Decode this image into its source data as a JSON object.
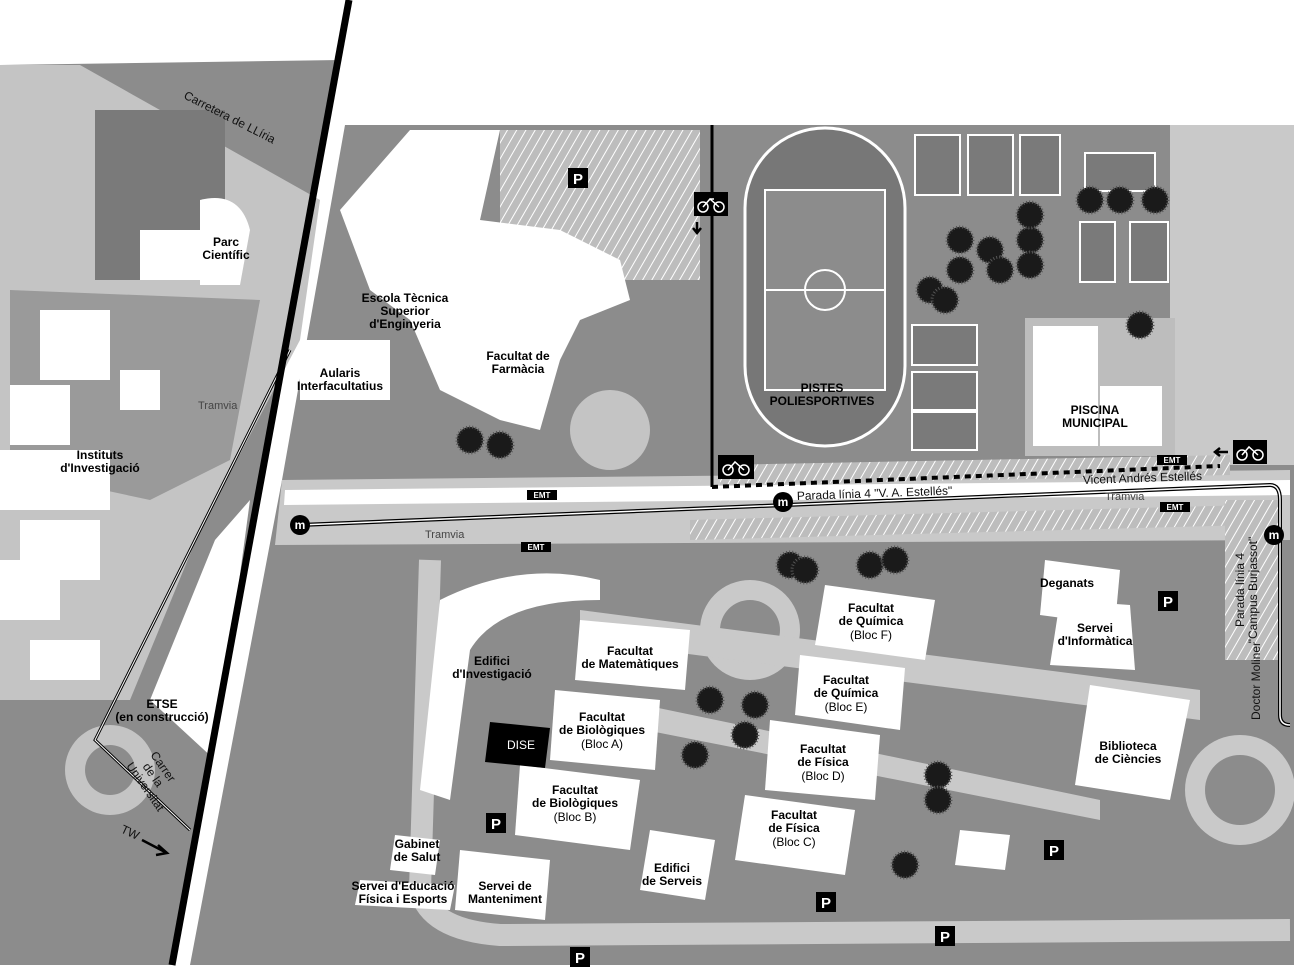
{
  "map": {
    "buildings": {
      "parc_cientific": [
        "Parc",
        "Científic"
      ],
      "instituts": [
        "Instituts",
        "d'Investigació"
      ],
      "etse": [
        "ETSE",
        "(en construcció)"
      ],
      "escola_tecnica": [
        "Escola Tècnica",
        "Superior",
        "d'Enginyeria"
      ],
      "aularis": [
        "Aularis",
        "Interfacultatius"
      ],
      "farmacia": [
        "Facultat de",
        "Farmàcia"
      ],
      "pistes": [
        "PISTES",
        "POLIESPORTIVES"
      ],
      "piscina": [
        "PISCINA",
        "MUNICIPAL"
      ],
      "deganats": [
        "Deganats"
      ],
      "informatica": [
        "Servei",
        "d'Informàtica"
      ],
      "quimica_f": [
        "Facultat",
        "de Química",
        "(Bloc F)"
      ],
      "quimica_e": [
        "Facultat",
        "de Química",
        "(Bloc E)"
      ],
      "fisica_d": [
        "Facultat",
        "de Física",
        "(Bloc D)"
      ],
      "fisica_c": [
        "Facultat",
        "de Física",
        "(Bloc C)"
      ],
      "matematiques": [
        "Facultat",
        "de Matemàtiques"
      ],
      "investigacio": [
        "Edifici",
        "d'Investigació"
      ],
      "biologiques_a": [
        "Facultat",
        "de Biològiques",
        "(Bloc A)"
      ],
      "biologiques_b": [
        "Facultat",
        "de Biològiques",
        "(Bloc B)"
      ],
      "dise": "DISE",
      "biblioteca": [
        "Biblioteca",
        "de Ciències"
      ],
      "gabinet": [
        "Gabinet",
        "de Salut"
      ],
      "educacio_fisica": [
        "Servei d'Educació",
        "Física i Esports"
      ],
      "manteniment": [
        "Servei de",
        "Manteniment"
      ],
      "serveis": [
        "Edifici",
        "de Serveis"
      ]
    },
    "streets": {
      "lliria": "Carretera de LLíria",
      "universitat": [
        "Carrer",
        "de la",
        "Universitat"
      ],
      "estelles": "Vicent Andrés Estellés",
      "doctor_moliner": "Doctor Moliner",
      "tram_left": "Tramvia",
      "tram_mid": "Tramvia",
      "tram_right": "Tramvia",
      "tw": "TW"
    },
    "stops": {
      "estelles": "Parada línia 4 \"V. A. Estellés\"",
      "burjassot": [
        "Parada línia 4",
        "\"Campus Burjassot\""
      ]
    },
    "symbols": {
      "parking": "P",
      "metro": "m",
      "bus": "EMT",
      "bike": "bicycle-icon"
    },
    "colors": {
      "background": "#8c8c8c",
      "light_area": "#c9c9c9",
      "road": "#cfcfcf",
      "building": "#ffffff",
      "divider": "#000000"
    }
  }
}
